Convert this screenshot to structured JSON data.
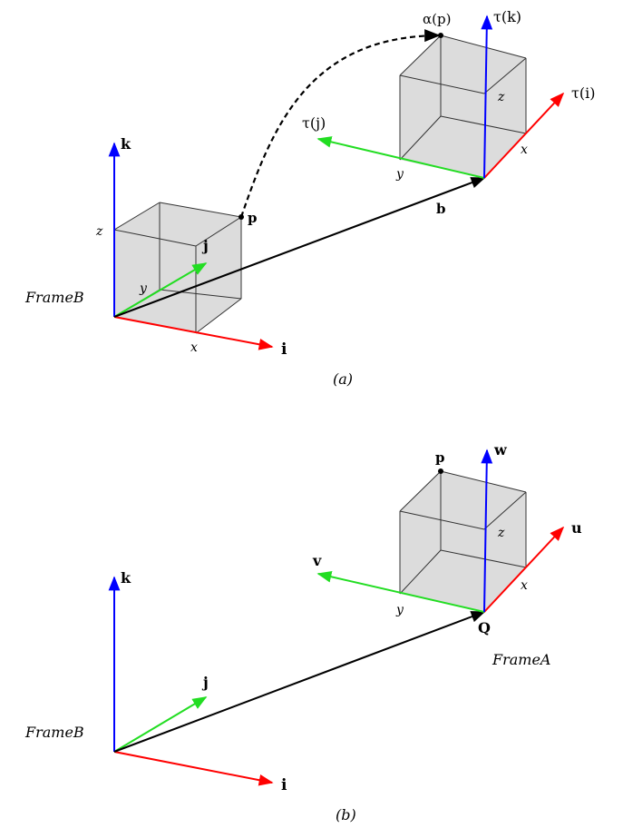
{
  "colors": {
    "x_axis": "#ff0000",
    "y_axis": "#22dd22",
    "z_axis": "#0000ff",
    "vector": "#000000",
    "cube_fill": "#d6d6d6",
    "cube_edge": "#333333"
  },
  "panel_a": {
    "caption": "(a)",
    "frame_label": "FrameB",
    "axis_i": "i",
    "axis_j": "j",
    "axis_k": "k",
    "cube_x": "x",
    "cube_y": "y",
    "cube_z": "z",
    "point_p": "p",
    "vector_b": "b",
    "image_point": "α(p)",
    "tau_i": "τ(i)",
    "tau_j": "τ(j)",
    "tau_k": "τ(k)",
    "moved_cube_x": "x",
    "moved_cube_y": "y",
    "moved_cube_z": "z"
  },
  "panel_b": {
    "caption": "(b)",
    "frame_b_label": "FrameB",
    "frame_a_label": "FrameA",
    "axis_i": "i",
    "axis_j": "j",
    "axis_k": "k",
    "axis_u": "u",
    "axis_v": "v",
    "axis_w": "w",
    "origin_q": "Q",
    "point_p": "p",
    "cube_x": "x",
    "cube_y": "y",
    "cube_z": "z"
  }
}
